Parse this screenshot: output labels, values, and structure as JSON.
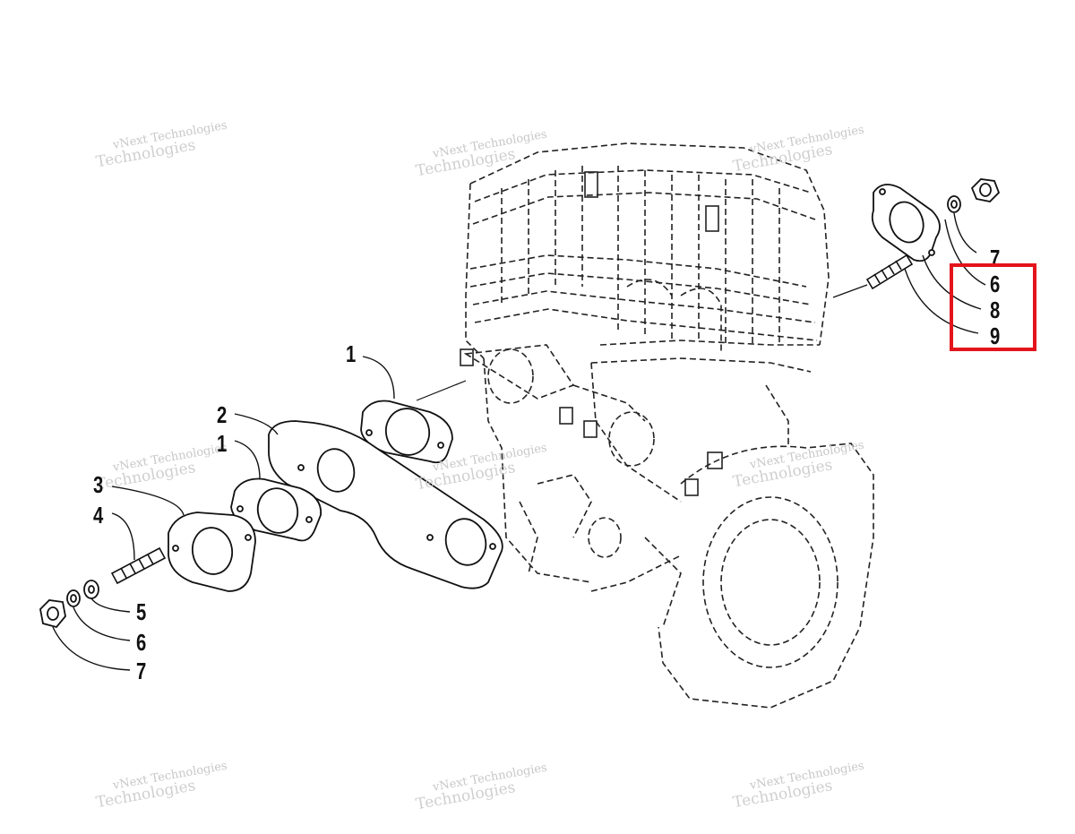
{
  "callouts": {
    "left_1_top": "1",
    "left_2": "2",
    "left_1_mid": "1",
    "left_3": "3",
    "left_4": "4",
    "left_5": "5",
    "left_6": "6",
    "left_7": "7",
    "right_7": "7",
    "right_6": "6",
    "right_8": "8",
    "right_9": "9"
  },
  "watermark": {
    "line1": "vNext Technologies",
    "line2": "Technologies"
  },
  "colors": {
    "highlight": "#e3141b",
    "ink": "#111111",
    "watermark": "#c0c0c0"
  }
}
